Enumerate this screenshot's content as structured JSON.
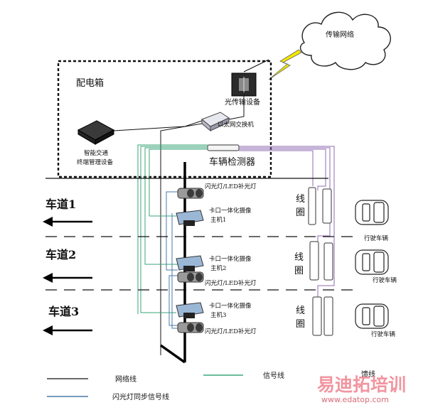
{
  "cloud_label": "传输网络",
  "cabinet_label": "配电箱",
  "optical_device_label": "光传输设备",
  "switch_label": "以太网交换机",
  "terminal_label_line1": "智能交通",
  "terminal_label_line2": "终端管理设备",
  "detector_label": "车辆检测器",
  "lanes": [
    {
      "label": "车道1"
    },
    {
      "label": "车道2"
    },
    {
      "label": "车道3"
    }
  ],
  "flash_lights": [
    {
      "label": "闪光灯/LED补光灯"
    },
    {
      "label": "闪光灯/LED补光灯"
    },
    {
      "label": "闪光灯/LED补光灯"
    }
  ],
  "cameras": [
    {
      "line1": "卡口一体化摄像",
      "line2": "主机1"
    },
    {
      "line1": "卡口一体化摄像",
      "line2": "主机2"
    },
    {
      "line1": "卡口一体化摄像",
      "line2": "主机3"
    }
  ],
  "coil_label_top": "线",
  "coil_label_bottom": "圈",
  "vehicle_label": "行驶车辆",
  "legend": {
    "network": "网络线",
    "signal": "信号线",
    "coil": "馈线",
    "flash_sync": "闪光灯同步信号线"
  },
  "watermark": {
    "brand": "易迪拓培训",
    "url": "www.edatop.com"
  },
  "colors": {
    "network": "#111111",
    "signal": "#3aa67a",
    "coil": "#8e6bb0",
    "flash_sync": "#4a78a8"
  }
}
